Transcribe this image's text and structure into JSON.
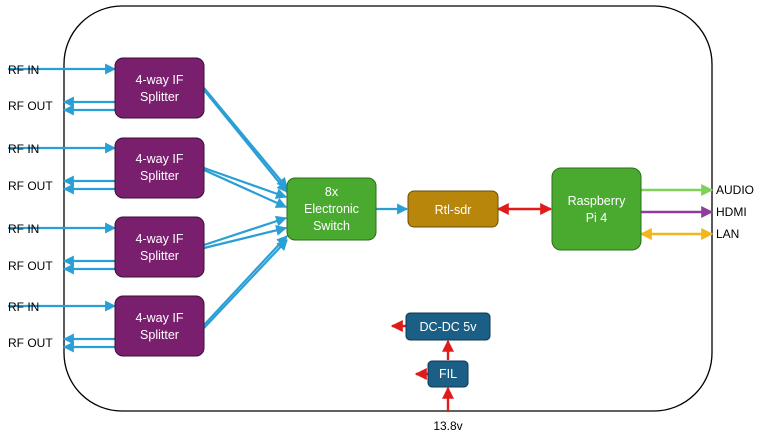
{
  "splitters": [
    {
      "line1": "4-way IF",
      "line2": "Splitter",
      "in_label": "RF IN",
      "out_label": "RF OUT"
    },
    {
      "line1": "4-way IF",
      "line2": "Splitter",
      "in_label": "RF IN",
      "out_label": "RF OUT"
    },
    {
      "line1": "4-way IF",
      "line2": "Splitter",
      "in_label": "RF IN",
      "out_label": "RF OUT"
    },
    {
      "line1": "4-way IF",
      "line2": "Splitter",
      "in_label": "RF IN",
      "out_label": "RF OUT"
    }
  ],
  "switch": {
    "line1": "8x",
    "line2": "Electronic",
    "line3": "Switch"
  },
  "sdr": {
    "label": "Rtl-sdr"
  },
  "raspberry": {
    "line1": "Raspberry",
    "line2": "Pi 4"
  },
  "outputs": {
    "audio": "AUDIO",
    "hdmi": "HDMI",
    "lan": "LAN"
  },
  "power": {
    "dcdc": "DC-DC 5v",
    "fil": "FIL",
    "input": "13.8v"
  },
  "colors": {
    "splitter": "#7a1f6e",
    "switch": "#4aaa2f",
    "sdr": "#b8860b",
    "raspberry": "#4aaa2f",
    "power_box": "#1c5f86",
    "signal_arrow": "#2a9fd6",
    "sdr_link": "#e01b1b",
    "power_arrow": "#e01b1b",
    "audio_line": "#7fd15a",
    "hdmi_line": "#8e3d9a",
    "lan_line": "#f2b51c"
  }
}
